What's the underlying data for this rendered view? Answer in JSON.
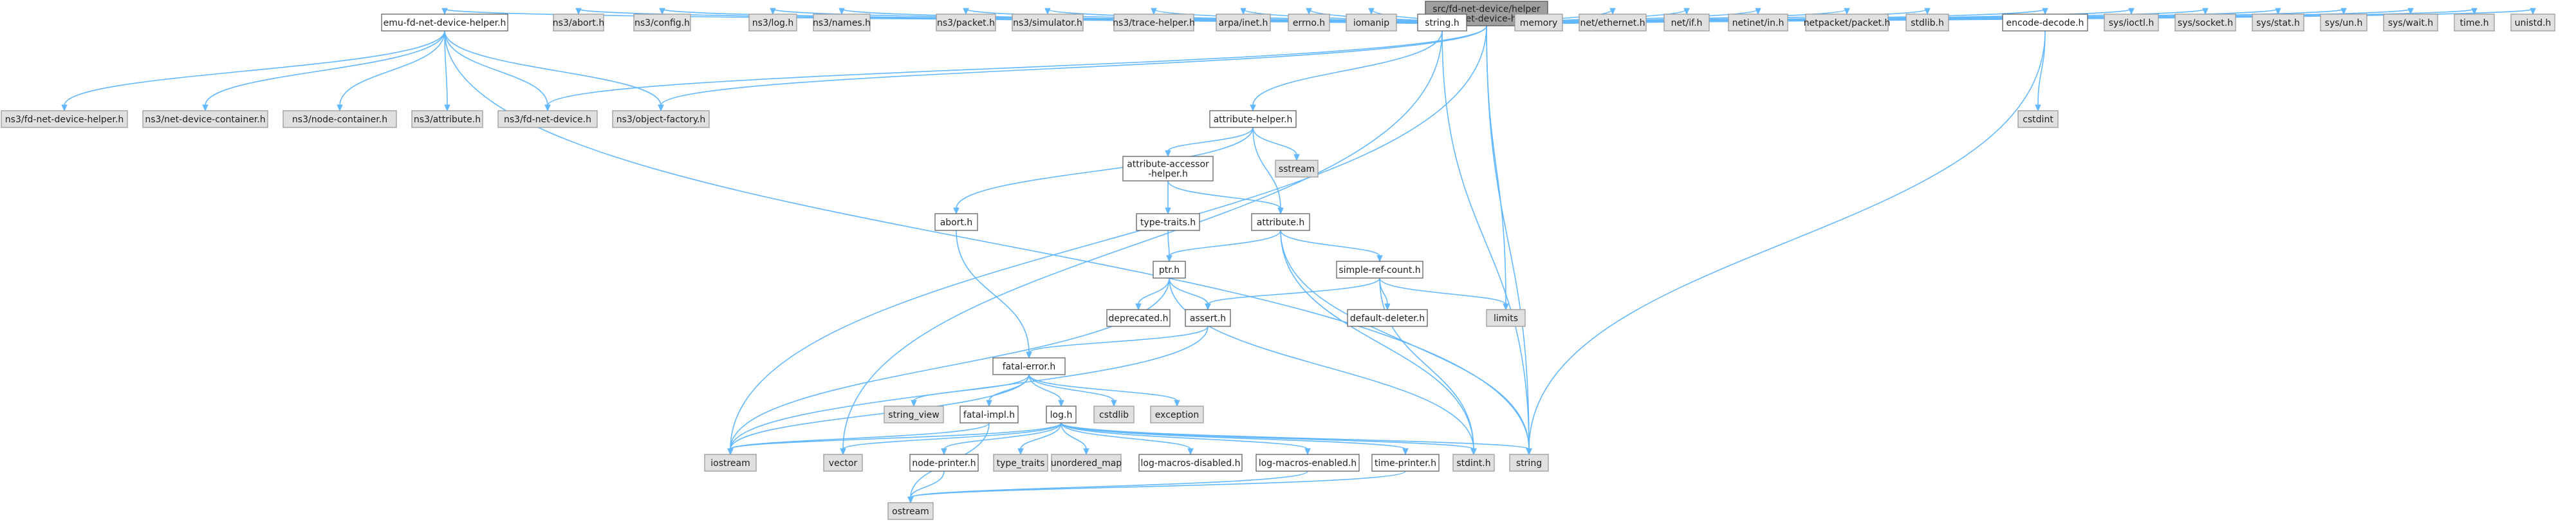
{
  "graph": {
    "root_label_line1": "src/fd-net-device/helper",
    "root_label_line2": "/emu-fd-net-device-helper.cc",
    "edge_color": "#63b8ff",
    "root_fill": "#9f9f9f",
    "system_fill": "#e0e0e0",
    "local_fill": "#ffffff",
    "nodes": [
      {
        "id": "root",
        "lines": [
          "src/fd-net-device/helper",
          "/emu-fd-net-device-helper.cc"
        ],
        "kind": "root"
      },
      {
        "id": "emu_h",
        "lines": [
          "emu-fd-net-device-helper.h"
        ],
        "kind": "local"
      },
      {
        "id": "ns3_abort",
        "lines": [
          "ns3/abort.h"
        ],
        "kind": "sys"
      },
      {
        "id": "ns3_config",
        "lines": [
          "ns3/config.h"
        ],
        "kind": "sys"
      },
      {
        "id": "ns3_log",
        "lines": [
          "ns3/log.h"
        ],
        "kind": "sys"
      },
      {
        "id": "ns3_names",
        "lines": [
          "ns3/names.h"
        ],
        "kind": "sys"
      },
      {
        "id": "ns3_packet",
        "lines": [
          "ns3/packet.h"
        ],
        "kind": "sys"
      },
      {
        "id": "ns3_simulator",
        "lines": [
          "ns3/simulator.h"
        ],
        "kind": "sys"
      },
      {
        "id": "ns3_trace",
        "lines": [
          "ns3/trace-helper.h"
        ],
        "kind": "sys"
      },
      {
        "id": "arpa_inet",
        "lines": [
          "arpa/inet.h"
        ],
        "kind": "sys"
      },
      {
        "id": "errno",
        "lines": [
          "errno.h"
        ],
        "kind": "sys"
      },
      {
        "id": "iomanip",
        "lines": [
          "iomanip"
        ],
        "kind": "sys"
      },
      {
        "id": "string_h",
        "lines": [
          "string.h"
        ],
        "kind": "local"
      },
      {
        "id": "memory",
        "lines": [
          "memory"
        ],
        "kind": "sys"
      },
      {
        "id": "net_ethernet",
        "lines": [
          "net/ethernet.h"
        ],
        "kind": "sys"
      },
      {
        "id": "net_if",
        "lines": [
          "net/if.h"
        ],
        "kind": "sys"
      },
      {
        "id": "netinet_in",
        "lines": [
          "netinet/in.h"
        ],
        "kind": "sys"
      },
      {
        "id": "netpacket",
        "lines": [
          "netpacket/packet.h"
        ],
        "kind": "sys"
      },
      {
        "id": "stdlib",
        "lines": [
          "stdlib.h"
        ],
        "kind": "sys"
      },
      {
        "id": "encode_decode",
        "lines": [
          "encode-decode.h"
        ],
        "kind": "local"
      },
      {
        "id": "sys_ioctl",
        "lines": [
          "sys/ioctl.h"
        ],
        "kind": "sys"
      },
      {
        "id": "sys_socket",
        "lines": [
          "sys/socket.h"
        ],
        "kind": "sys"
      },
      {
        "id": "sys_stat",
        "lines": [
          "sys/stat.h"
        ],
        "kind": "sys"
      },
      {
        "id": "sys_un",
        "lines": [
          "sys/un.h"
        ],
        "kind": "sys"
      },
      {
        "id": "sys_wait",
        "lines": [
          "sys/wait.h"
        ],
        "kind": "sys"
      },
      {
        "id": "time_h",
        "lines": [
          "time.h"
        ],
        "kind": "sys"
      },
      {
        "id": "unistd",
        "lines": [
          "unistd.h"
        ],
        "kind": "sys"
      },
      {
        "id": "ns3_fdnd_helper",
        "lines": [
          "ns3/fd-net-device-helper.h"
        ],
        "kind": "sys"
      },
      {
        "id": "ns3_ndc",
        "lines": [
          "ns3/net-device-container.h"
        ],
        "kind": "sys"
      },
      {
        "id": "ns3_nc",
        "lines": [
          "ns3/node-container.h"
        ],
        "kind": "sys"
      },
      {
        "id": "ns3_attribute",
        "lines": [
          "ns3/attribute.h"
        ],
        "kind": "sys"
      },
      {
        "id": "ns3_fdnd",
        "lines": [
          "ns3/fd-net-device.h"
        ],
        "kind": "sys"
      },
      {
        "id": "ns3_objf",
        "lines": [
          "ns3/object-factory.h"
        ],
        "kind": "sys"
      },
      {
        "id": "cstdint",
        "lines": [
          "cstdint"
        ],
        "kind": "sys"
      },
      {
        "id": "attr_helper",
        "lines": [
          "attribute-helper.h"
        ],
        "kind": "local"
      },
      {
        "id": "attr_acc",
        "lines": [
          "attribute-accessor",
          "-helper.h"
        ],
        "kind": "local"
      },
      {
        "id": "sstream",
        "lines": [
          "sstream"
        ],
        "kind": "sys"
      },
      {
        "id": "abort_h",
        "lines": [
          "abort.h"
        ],
        "kind": "local"
      },
      {
        "id": "type_traits_h",
        "lines": [
          "type-traits.h"
        ],
        "kind": "local"
      },
      {
        "id": "attribute_h",
        "lines": [
          "attribute.h"
        ],
        "kind": "local"
      },
      {
        "id": "ptr_h",
        "lines": [
          "ptr.h"
        ],
        "kind": "local"
      },
      {
        "id": "simple_ref",
        "lines": [
          "simple-ref-count.h"
        ],
        "kind": "local"
      },
      {
        "id": "deprecated",
        "lines": [
          "deprecated.h"
        ],
        "kind": "local"
      },
      {
        "id": "assert_h",
        "lines": [
          "assert.h"
        ],
        "kind": "local"
      },
      {
        "id": "default_deleter",
        "lines": [
          "default-deleter.h"
        ],
        "kind": "local"
      },
      {
        "id": "limits",
        "lines": [
          "limits"
        ],
        "kind": "sys"
      },
      {
        "id": "fatal_error",
        "lines": [
          "fatal-error.h"
        ],
        "kind": "local"
      },
      {
        "id": "string_view",
        "lines": [
          "string_view"
        ],
        "kind": "sys"
      },
      {
        "id": "fatal_impl",
        "lines": [
          "fatal-impl.h"
        ],
        "kind": "local"
      },
      {
        "id": "log_h",
        "lines": [
          "log.h"
        ],
        "kind": "local"
      },
      {
        "id": "cstdlib",
        "lines": [
          "cstdlib"
        ],
        "kind": "sys"
      },
      {
        "id": "exception",
        "lines": [
          "exception"
        ],
        "kind": "sys"
      },
      {
        "id": "iostream",
        "lines": [
          "iostream"
        ],
        "kind": "sys"
      },
      {
        "id": "vector",
        "lines": [
          "vector"
        ],
        "kind": "sys"
      },
      {
        "id": "node_printer",
        "lines": [
          "node-printer.h"
        ],
        "kind": "local"
      },
      {
        "id": "type_traits",
        "lines": [
          "type_traits"
        ],
        "kind": "sys"
      },
      {
        "id": "unordered_map",
        "lines": [
          "unordered_map"
        ],
        "kind": "sys"
      },
      {
        "id": "log_dis",
        "lines": [
          "log-macros-disabled.h"
        ],
        "kind": "local"
      },
      {
        "id": "log_en",
        "lines": [
          "log-macros-enabled.h"
        ],
        "kind": "local"
      },
      {
        "id": "time_printer",
        "lines": [
          "time-printer.h"
        ],
        "kind": "local"
      },
      {
        "id": "stdint",
        "lines": [
          "stdint.h"
        ],
        "kind": "sys"
      },
      {
        "id": "string",
        "lines": [
          "string"
        ],
        "kind": "sys"
      },
      {
        "id": "ostream",
        "lines": [
          "ostream"
        ],
        "kind": "sys"
      }
    ],
    "edges": [
      [
        "root",
        "emu_h"
      ],
      [
        "root",
        "ns3_abort"
      ],
      [
        "root",
        "ns3_config"
      ],
      [
        "root",
        "ns3_log"
      ],
      [
        "root",
        "ns3_names"
      ],
      [
        "root",
        "ns3_packet"
      ],
      [
        "root",
        "ns3_simulator"
      ],
      [
        "root",
        "ns3_trace"
      ],
      [
        "root",
        "arpa_inet"
      ],
      [
        "root",
        "errno"
      ],
      [
        "root",
        "iomanip"
      ],
      [
        "root",
        "string_h"
      ],
      [
        "root",
        "memory"
      ],
      [
        "root",
        "net_ethernet"
      ],
      [
        "root",
        "net_if"
      ],
      [
        "root",
        "netinet_in"
      ],
      [
        "root",
        "netpacket"
      ],
      [
        "root",
        "stdlib"
      ],
      [
        "root",
        "encode_decode"
      ],
      [
        "root",
        "sys_ioctl"
      ],
      [
        "root",
        "sys_socket"
      ],
      [
        "root",
        "sys_stat"
      ],
      [
        "root",
        "sys_un"
      ],
      [
        "root",
        "sys_wait"
      ],
      [
        "root",
        "time_h"
      ],
      [
        "root",
        "unistd"
      ],
      [
        "root",
        "ns3_fdnd"
      ],
      [
        "root",
        "ns3_objf"
      ],
      [
        "root",
        "iostream"
      ],
      [
        "root",
        "limits"
      ],
      [
        "root",
        "string"
      ],
      [
        "emu_h",
        "ns3_fdnd_helper"
      ],
      [
        "emu_h",
        "ns3_ndc"
      ],
      [
        "emu_h",
        "ns3_nc"
      ],
      [
        "emu_h",
        "ns3_attribute"
      ],
      [
        "emu_h",
        "ns3_fdnd"
      ],
      [
        "emu_h",
        "ns3_objf"
      ],
      [
        "emu_h",
        "string"
      ],
      [
        "string_h",
        "attr_helper"
      ],
      [
        "string_h",
        "vector"
      ],
      [
        "string_h",
        "string"
      ],
      [
        "encode_decode",
        "cstdint"
      ],
      [
        "encode_decode",
        "string"
      ],
      [
        "attr_helper",
        "abort_h"
      ],
      [
        "attr_helper",
        "attr_acc"
      ],
      [
        "attr_helper",
        "sstream"
      ],
      [
        "attr_helper",
        "attribute_h"
      ],
      [
        "attr_acc",
        "type_traits_h"
      ],
      [
        "attr_acc",
        "attribute_h"
      ],
      [
        "type_traits_h",
        "ptr_h"
      ],
      [
        "abort_h",
        "fatal_error"
      ],
      [
        "attribute_h",
        "ptr_h"
      ],
      [
        "attribute_h",
        "simple_ref"
      ],
      [
        "attribute_h",
        "stdint"
      ],
      [
        "attribute_h",
        "string"
      ],
      [
        "ptr_h",
        "deprecated"
      ],
      [
        "ptr_h",
        "assert_h"
      ],
      [
        "ptr_h",
        "iostream"
      ],
      [
        "ptr_h",
        "stdint"
      ],
      [
        "simple_ref",
        "assert_h"
      ],
      [
        "simple_ref",
        "default_deleter"
      ],
      [
        "simple_ref",
        "limits"
      ],
      [
        "simple_ref",
        "stdint"
      ],
      [
        "assert_h",
        "fatal_error"
      ],
      [
        "assert_h",
        "iostream"
      ],
      [
        "fatal_error",
        "fatal_impl"
      ],
      [
        "fatal_error",
        "log_h"
      ],
      [
        "fatal_error",
        "string_view"
      ],
      [
        "fatal_error",
        "cstdlib"
      ],
      [
        "fatal_error",
        "exception"
      ],
      [
        "fatal_error",
        "iostream"
      ],
      [
        "fatal_impl",
        "ostream"
      ],
      [
        "fatal_impl",
        "iostream"
      ],
      [
        "log_h",
        "iostream"
      ],
      [
        "log_h",
        "vector"
      ],
      [
        "log_h",
        "node_printer"
      ],
      [
        "log_h",
        "type_traits"
      ],
      [
        "log_h",
        "unordered_map"
      ],
      [
        "log_h",
        "log_dis"
      ],
      [
        "log_h",
        "log_en"
      ],
      [
        "log_h",
        "time_printer"
      ],
      [
        "log_h",
        "stdint"
      ],
      [
        "log_h",
        "string"
      ],
      [
        "node_printer",
        "ostream"
      ],
      [
        "log_en",
        "ostream"
      ],
      [
        "time_printer",
        "ostream"
      ]
    ]
  }
}
